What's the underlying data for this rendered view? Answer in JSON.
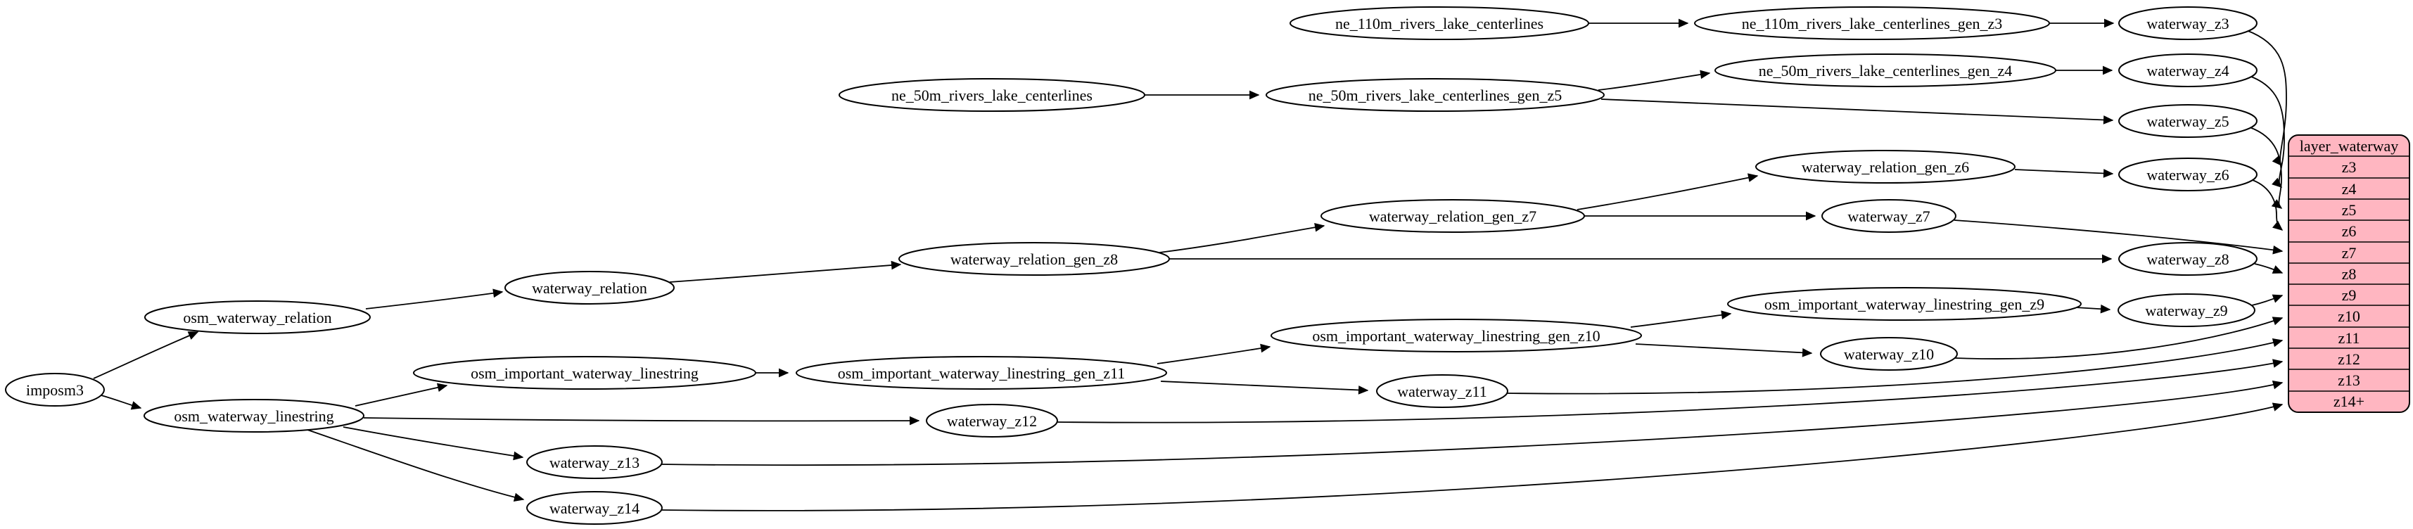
{
  "table": {
    "title": "layer_waterway",
    "rows": [
      "z3",
      "z4",
      "z5",
      "z6",
      "z7",
      "z8",
      "z9",
      "z10",
      "z11",
      "z12",
      "z13",
      "z14+"
    ]
  },
  "nodes": {
    "imposm3": "imposm3",
    "osm_waterway_relation": "osm_waterway_relation",
    "waterway_relation": "waterway_relation",
    "waterway_relation_gen_z8": "waterway_relation_gen_z8",
    "waterway_relation_gen_z7": "waterway_relation_gen_z7",
    "waterway_relation_gen_z6": "waterway_relation_gen_z6",
    "osm_waterway_linestring": "osm_waterway_linestring",
    "osm_important_waterway_linestring": "osm_important_waterway_linestring",
    "osm_important_waterway_linestring_gen_z11": "osm_important_waterway_linestring_gen_z11",
    "osm_important_waterway_linestring_gen_z10": "osm_important_waterway_linestring_gen_z10",
    "osm_important_waterway_linestring_gen_z9": "osm_important_waterway_linestring_gen_z9",
    "ne_110m_rivers_lake_centerlines": "ne_110m_rivers_lake_centerlines",
    "ne_110m_rivers_lake_centerlines_gen_z3": "ne_110m_rivers_lake_centerlines_gen_z3",
    "ne_50m_rivers_lake_centerlines": "ne_50m_rivers_lake_centerlines",
    "ne_50m_rivers_lake_centerlines_gen_z4": "ne_50m_rivers_lake_centerlines_gen_z4",
    "ne_50m_rivers_lake_centerlines_gen_z5": "ne_50m_rivers_lake_centerlines_gen_z5",
    "waterway_z3": "waterway_z3",
    "waterway_z4": "waterway_z4",
    "waterway_z5": "waterway_z5",
    "waterway_z6": "waterway_z6",
    "waterway_z7": "waterway_z7",
    "waterway_z8": "waterway_z8",
    "waterway_z9": "waterway_z9",
    "waterway_z10": "waterway_z10",
    "waterway_z11": "waterway_z11",
    "waterway_z12": "waterway_z12",
    "waterway_z13": "waterway_z13",
    "waterway_z14": "waterway_z14"
  },
  "edges": [
    {
      "from": "imposm3",
      "to": "osm_waterway_relation"
    },
    {
      "from": "imposm3",
      "to": "osm_waterway_linestring"
    },
    {
      "from": "osm_waterway_relation",
      "to": "waterway_relation"
    },
    {
      "from": "waterway_relation",
      "to": "waterway_relation_gen_z8"
    },
    {
      "from": "waterway_relation_gen_z8",
      "to": "waterway_relation_gen_z7"
    },
    {
      "from": "waterway_relation_gen_z8",
      "to": "waterway_z8"
    },
    {
      "from": "waterway_relation_gen_z7",
      "to": "waterway_relation_gen_z6"
    },
    {
      "from": "waterway_relation_gen_z7",
      "to": "waterway_z7"
    },
    {
      "from": "waterway_relation_gen_z6",
      "to": "waterway_z6"
    },
    {
      "from": "osm_waterway_linestring",
      "to": "osm_important_waterway_linestring"
    },
    {
      "from": "osm_waterway_linestring",
      "to": "waterway_z12"
    },
    {
      "from": "osm_waterway_linestring",
      "to": "waterway_z13"
    },
    {
      "from": "osm_waterway_linestring",
      "to": "waterway_z14"
    },
    {
      "from": "osm_important_waterway_linestring",
      "to": "osm_important_waterway_linestring_gen_z11"
    },
    {
      "from": "osm_important_waterway_linestring_gen_z11",
      "to": "osm_important_waterway_linestring_gen_z10"
    },
    {
      "from": "osm_important_waterway_linestring_gen_z11",
      "to": "waterway_z11"
    },
    {
      "from": "osm_important_waterway_linestring_gen_z10",
      "to": "osm_important_waterway_linestring_gen_z9"
    },
    {
      "from": "osm_important_waterway_linestring_gen_z10",
      "to": "waterway_z10"
    },
    {
      "from": "osm_important_waterway_linestring_gen_z9",
      "to": "waterway_z9"
    },
    {
      "from": "ne_110m_rivers_lake_centerlines",
      "to": "ne_110m_rivers_lake_centerlines_gen_z3"
    },
    {
      "from": "ne_110m_rivers_lake_centerlines_gen_z3",
      "to": "waterway_z3"
    },
    {
      "from": "ne_50m_rivers_lake_centerlines",
      "to": "ne_50m_rivers_lake_centerlines_gen_z5"
    },
    {
      "from": "ne_50m_rivers_lake_centerlines_gen_z5",
      "to": "ne_50m_rivers_lake_centerlines_gen_z4"
    },
    {
      "from": "ne_50m_rivers_lake_centerlines_gen_z5",
      "to": "waterway_z5"
    },
    {
      "from": "ne_50m_rivers_lake_centerlines_gen_z4",
      "to": "waterway_z4"
    },
    {
      "from": "waterway_z3",
      "to": "layer_waterway.z3"
    },
    {
      "from": "waterway_z4",
      "to": "layer_waterway.z4"
    },
    {
      "from": "waterway_z5",
      "to": "layer_waterway.z5"
    },
    {
      "from": "waterway_z6",
      "to": "layer_waterway.z6"
    },
    {
      "from": "waterway_z7",
      "to": "layer_waterway.z7"
    },
    {
      "from": "waterway_z8",
      "to": "layer_waterway.z8"
    },
    {
      "from": "waterway_z9",
      "to": "layer_waterway.z9"
    },
    {
      "from": "waterway_z10",
      "to": "layer_waterway.z10"
    },
    {
      "from": "waterway_z11",
      "to": "layer_waterway.z11"
    },
    {
      "from": "waterway_z12",
      "to": "layer_waterway.z12"
    },
    {
      "from": "waterway_z13",
      "to": "layer_waterway.z13"
    },
    {
      "from": "waterway_z14",
      "to": "layer_waterway.z14+"
    }
  ],
  "colors": {
    "table_fill": "#ffb6c1",
    "node_fill": "#ffffff",
    "line": "#000000"
  }
}
